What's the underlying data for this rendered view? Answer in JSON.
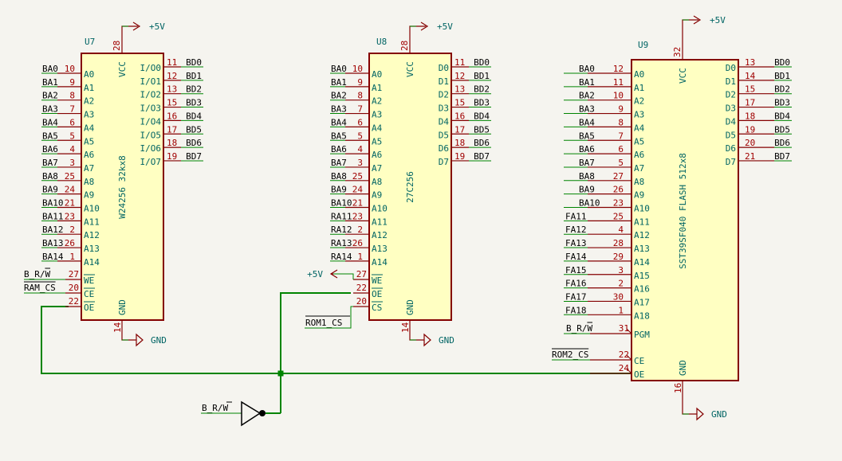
{
  "colors": {
    "background": "#f5f4ef",
    "body_fill": "#ffffc2",
    "body_stroke": "#840000",
    "pin": "#840000",
    "wire": "#008400",
    "pin_number": "#a00000",
    "pin_name": "#006464",
    "net_label": "#000000",
    "gate": "#000000"
  },
  "power": {
    "vcc_label": "+5V",
    "gnd_label": "GND"
  },
  "components": [
    {
      "ref": "U7",
      "value": "W24256 32kx8",
      "vcc": {
        "name": "VCC",
        "num": "28"
      },
      "gnd": {
        "name": "GND",
        "num": "14"
      },
      "left_pins": [
        {
          "net": "BA0",
          "num": "10",
          "name": "A0"
        },
        {
          "net": "BA1",
          "num": "9",
          "name": "A1"
        },
        {
          "net": "BA2",
          "num": "8",
          "name": "A2"
        },
        {
          "net": "BA3",
          "num": "7",
          "name": "A3"
        },
        {
          "net": "BA4",
          "num": "6",
          "name": "A4"
        },
        {
          "net": "BA5",
          "num": "5",
          "name": "A5"
        },
        {
          "net": "BA6",
          "num": "4",
          "name": "A6"
        },
        {
          "net": "BA7",
          "num": "3",
          "name": "A7"
        },
        {
          "net": "BA8",
          "num": "25",
          "name": "A8"
        },
        {
          "net": "BA9",
          "num": "24",
          "name": "A9"
        },
        {
          "net": "BA10",
          "num": "21",
          "name": "A10"
        },
        {
          "net": "BA11",
          "num": "23",
          "name": "A11"
        },
        {
          "net": "BA12",
          "num": "2",
          "name": "A12"
        },
        {
          "net": "BA13",
          "num": "26",
          "name": "A13"
        },
        {
          "net": "BA14",
          "num": "1",
          "name": "A14"
        }
      ],
      "right_pins": [
        {
          "net": "BD0",
          "num": "11",
          "name": "I/O0"
        },
        {
          "net": "BD1",
          "num": "12",
          "name": "I/O1"
        },
        {
          "net": "BD2",
          "num": "13",
          "name": "I/O2"
        },
        {
          "net": "BD3",
          "num": "15",
          "name": "I/O3"
        },
        {
          "net": "BD4",
          "num": "16",
          "name": "I/O4"
        },
        {
          "net": "BD5",
          "num": "17",
          "name": "I/O5"
        },
        {
          "net": "BD6",
          "num": "18",
          "name": "I/O6"
        },
        {
          "net": "BD7",
          "num": "19",
          "name": "I/O7"
        }
      ],
      "control_pins": [
        {
          "net": "B_R/W",
          "num": "27",
          "name": "WE",
          "active_low": true
        },
        {
          "net": "RAM_CS",
          "num": "20",
          "name": "CE",
          "active_low": true
        },
        {
          "net": "",
          "num": "22",
          "name": "OE",
          "active_low": true
        }
      ]
    },
    {
      "ref": "U8",
      "value": "27C256",
      "vcc": {
        "name": "VCC",
        "num": "28"
      },
      "gnd": {
        "name": "GND",
        "num": "14"
      },
      "left_pins": [
        {
          "net": "BA0",
          "num": "10",
          "name": "A0"
        },
        {
          "net": "BA1",
          "num": "9",
          "name": "A1"
        },
        {
          "net": "BA2",
          "num": "8",
          "name": "A2"
        },
        {
          "net": "BA3",
          "num": "7",
          "name": "A3"
        },
        {
          "net": "BA4",
          "num": "6",
          "name": "A4"
        },
        {
          "net": "BA5",
          "num": "5",
          "name": "A5"
        },
        {
          "net": "BA6",
          "num": "4",
          "name": "A6"
        },
        {
          "net": "BA7",
          "num": "3",
          "name": "A7"
        },
        {
          "net": "BA8",
          "num": "25",
          "name": "A8"
        },
        {
          "net": "BA9",
          "num": "24",
          "name": "A9"
        },
        {
          "net": "BA10",
          "num": "21",
          "name": "A10"
        },
        {
          "net": "RA11",
          "num": "23",
          "name": "A11"
        },
        {
          "net": "RA12",
          "num": "2",
          "name": "A12"
        },
        {
          "net": "RA13",
          "num": "26",
          "name": "A13"
        },
        {
          "net": "RA14",
          "num": "1",
          "name": "A14"
        }
      ],
      "right_pins": [
        {
          "net": "BD0",
          "num": "11",
          "name": "D0"
        },
        {
          "net": "BD1",
          "num": "12",
          "name": "D1"
        },
        {
          "net": "BD2",
          "num": "13",
          "name": "D2"
        },
        {
          "net": "BD3",
          "num": "15",
          "name": "D3"
        },
        {
          "net": "BD4",
          "num": "16",
          "name": "D4"
        },
        {
          "net": "BD5",
          "num": "17",
          "name": "D5"
        },
        {
          "net": "BD6",
          "num": "18",
          "name": "D6"
        },
        {
          "net": "BD7",
          "num": "19",
          "name": "D7"
        }
      ],
      "control_pins": [
        {
          "net": "+5V",
          "num": "27",
          "name": "WE",
          "active_low": true
        },
        {
          "net": "",
          "num": "22",
          "name": "OE",
          "active_low": true
        },
        {
          "net": "ROM1_CS",
          "num": "20",
          "name": "CS",
          "active_low": true
        }
      ]
    },
    {
      "ref": "U9",
      "value": "SST39SF040 FLASH 512x8",
      "vcc": {
        "name": "VCC",
        "num": "32"
      },
      "gnd": {
        "name": "GND",
        "num": "16"
      },
      "left_pins": [
        {
          "net": "BA0",
          "num": "12",
          "name": "A0"
        },
        {
          "net": "BA1",
          "num": "11",
          "name": "A1"
        },
        {
          "net": "BA2",
          "num": "10",
          "name": "A2"
        },
        {
          "net": "BA3",
          "num": "9",
          "name": "A3"
        },
        {
          "net": "BA4",
          "num": "8",
          "name": "A4"
        },
        {
          "net": "BA5",
          "num": "7",
          "name": "A5"
        },
        {
          "net": "BA6",
          "num": "6",
          "name": "A6"
        },
        {
          "net": "BA7",
          "num": "5",
          "name": "A7"
        },
        {
          "net": "BA8",
          "num": "27",
          "name": "A8"
        },
        {
          "net": "BA9",
          "num": "26",
          "name": "A9"
        },
        {
          "net": "BA10",
          "num": "23",
          "name": "A10"
        },
        {
          "net": "FA11",
          "num": "25",
          "name": "A11"
        },
        {
          "net": "FA12",
          "num": "4",
          "name": "A12"
        },
        {
          "net": "FA13",
          "num": "28",
          "name": "A13"
        },
        {
          "net": "FA14",
          "num": "29",
          "name": "A14"
        },
        {
          "net": "FA15",
          "num": "3",
          "name": "A15"
        },
        {
          "net": "FA16",
          "num": "2",
          "name": "A16"
        },
        {
          "net": "FA17",
          "num": "30",
          "name": "A17"
        },
        {
          "net": "FA18",
          "num": "1",
          "name": "A18"
        }
      ],
      "right_pins": [
        {
          "net": "BD0",
          "num": "13",
          "name": "D0"
        },
        {
          "net": "BD1",
          "num": "14",
          "name": "D1"
        },
        {
          "net": "BD2",
          "num": "15",
          "name": "D2"
        },
        {
          "net": "BD3",
          "num": "17",
          "name": "D3"
        },
        {
          "net": "BD4",
          "num": "18",
          "name": "D4"
        },
        {
          "net": "BD5",
          "num": "19",
          "name": "D5"
        },
        {
          "net": "BD6",
          "num": "20",
          "name": "D6"
        },
        {
          "net": "BD7",
          "num": "21",
          "name": "D7"
        }
      ],
      "control_pins": [
        {
          "net": "B_R/W",
          "num": "31",
          "name": "PGM",
          "active_low": false
        },
        {
          "net": "ROM2_CS",
          "num": "22",
          "name": "CE",
          "active_low": false
        },
        {
          "net": "",
          "num": "24",
          "name": "OE",
          "active_low": false
        }
      ]
    }
  ],
  "inverter": {
    "input_net": "B_R/W"
  }
}
